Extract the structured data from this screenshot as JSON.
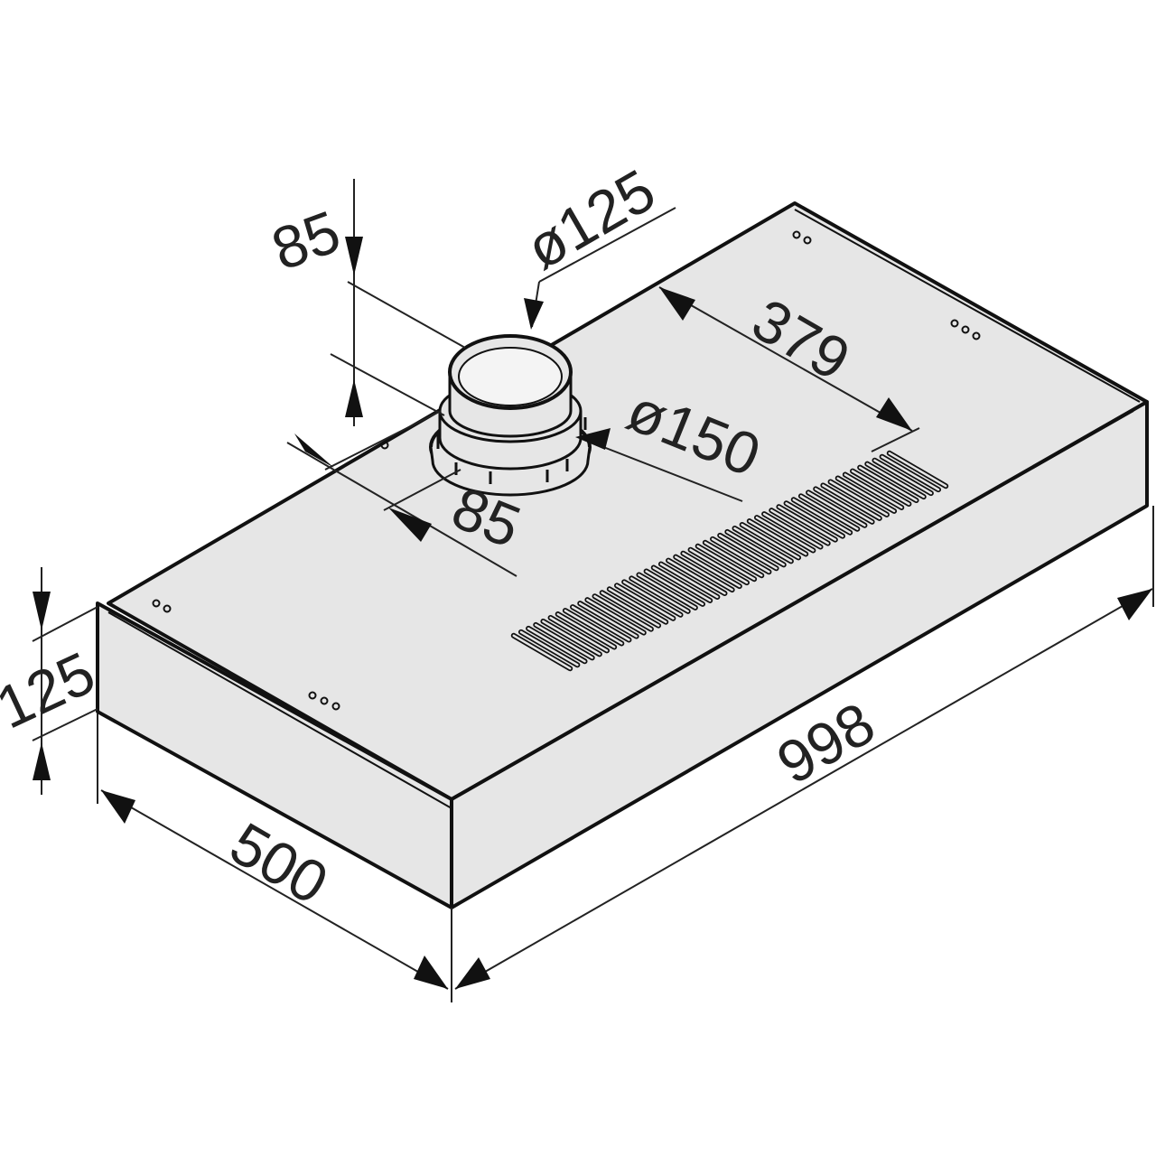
{
  "dimensions": {
    "duct_height": "85",
    "duct_diameter_small": "ø125",
    "duct_offset_back": "379",
    "duct_diameter_large": "ø150",
    "duct_offset_side": "85",
    "hood_height": "125",
    "hood_width": "998",
    "hood_depth": "500"
  },
  "colors": {
    "body_fill": "#e6e6e6",
    "outline": "#111111",
    "dimension_line": "#222222"
  }
}
